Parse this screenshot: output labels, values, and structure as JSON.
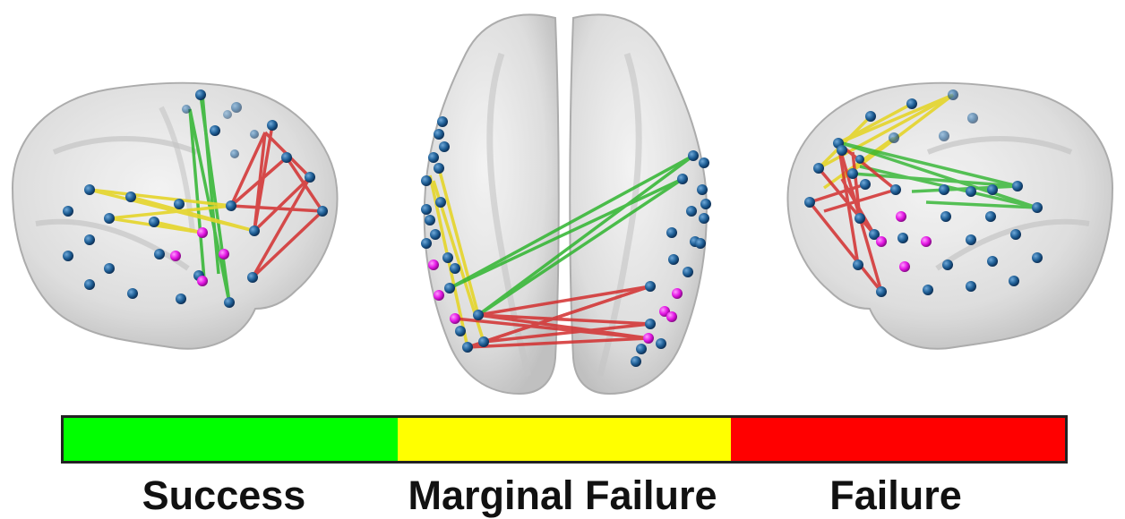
{
  "diagram": {
    "views": [
      "left-lateral-view",
      "dorsal-view",
      "right-lateral-view"
    ],
    "node_types": [
      {
        "name": "node",
        "color": "#1f5f96"
      },
      {
        "name": "highlight-node",
        "color": "#e316e3"
      }
    ],
    "connection_colors": {
      "success": "#2fb52f",
      "marginal_failure": "#e5d52a",
      "failure": "#d32f2f"
    }
  },
  "legend": {
    "items": [
      {
        "label": "Success",
        "color": "#00ff00"
      },
      {
        "label": "Marginal Failure",
        "color": "#ffff00"
      },
      {
        "label": "Failure",
        "color": "#ff0000"
      }
    ]
  }
}
